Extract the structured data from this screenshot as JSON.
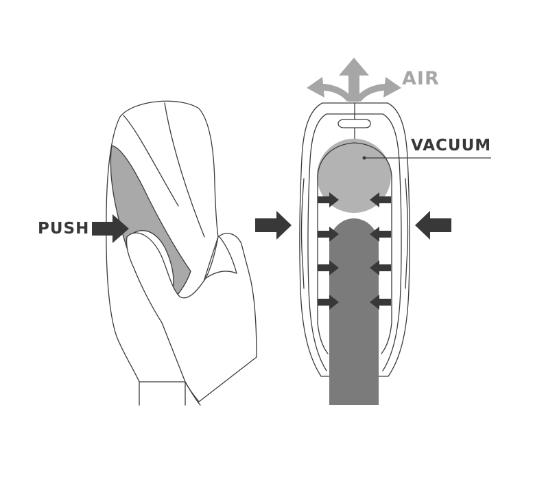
{
  "labels": {
    "push": "PUSH",
    "air": "AIR",
    "vacuum": "VACUUM"
  },
  "colors": {
    "outline": "#3a3a3a",
    "light_gray": "#a9a9a9",
    "vacuum_gray": "#b3b3b3",
    "dark_gray": "#7b7b7b",
    "air_arrow": "#a6a6a6",
    "dark_arrow": "#383838"
  }
}
